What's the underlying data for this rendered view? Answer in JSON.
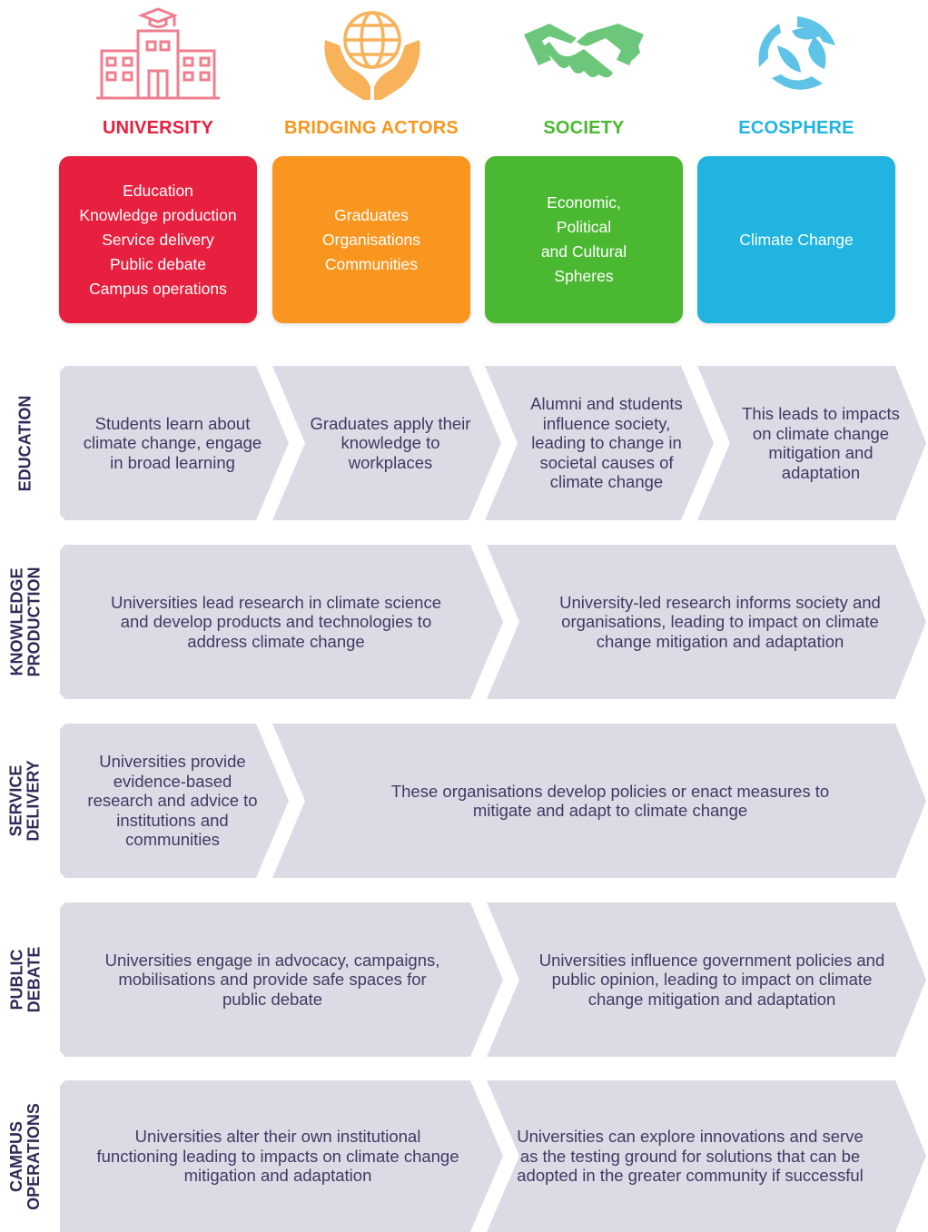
{
  "columns": [
    {
      "title": "UNIVERSITY",
      "color": "#e8203f",
      "icon": "university-building-icon",
      "items": [
        "Education",
        "Knowledge production",
        "Service delivery",
        "Public debate",
        "Campus operations"
      ]
    },
    {
      "title": "BRIDGING ACTORS",
      "color": "#f9961f",
      "icon": "hands-globe-icon",
      "items": [
        "Graduates",
        "Organisations",
        "Communities"
      ]
    },
    {
      "title": "SOCIETY",
      "color": "#4ab830",
      "icon": "handshake-icon",
      "items": [
        "Economic,",
        "Political",
        "and Cultural",
        "Spheres"
      ]
    },
    {
      "title": "ECOSPHERE",
      "color": "#21b4e0",
      "icon": "recycle-leaves-icon",
      "items": [
        "Climate Change"
      ]
    }
  ],
  "rows": {
    "education": {
      "label": "EDUCATION",
      "cells": [
        "Students learn about climate change, engage in broad learning",
        "Graduates apply their knowledge to workplaces",
        "Alumni and students influence society, leading to change in societal causes of climate change",
        "This leads to impacts on climate change mitigation and adaptation"
      ]
    },
    "knowledge": {
      "label_line1": "KNOWLEDGE",
      "label_line2": "PRODUCTION",
      "cells": [
        "Universities lead research in climate science and develop products and technologies to address climate change",
        "University-led research informs society and organisations, leading to impact on climate change mitigation and adaptation"
      ]
    },
    "service": {
      "label_line1": "SERVICE",
      "label_line2": "DELIVERY",
      "cells": [
        "Universities provide evidence-based research and advice to institutions and communities",
        "These organisations develop policies or enact measures to mitigate and adapt to climate change"
      ]
    },
    "debate": {
      "label_line1": "PUBLIC",
      "label_line2": "DEBATE",
      "cells": [
        "Universities engage in advocacy, campaigns, mobilisations and provide safe spaces for public debate",
        "Universities influence government policies and public opinion, leading to impact on climate change mitigation and adaptation"
      ]
    },
    "campus": {
      "label_line1": "CAMPUS",
      "label_line2": "OPERATIONS",
      "cells": [
        "Universities alter their own institutional functioning leading to impacts on climate change mitigation and adaptation",
        "Universities can explore innovations and serve as the testing ground for solutions that can be adopted in the greater community if successful"
      ]
    }
  }
}
